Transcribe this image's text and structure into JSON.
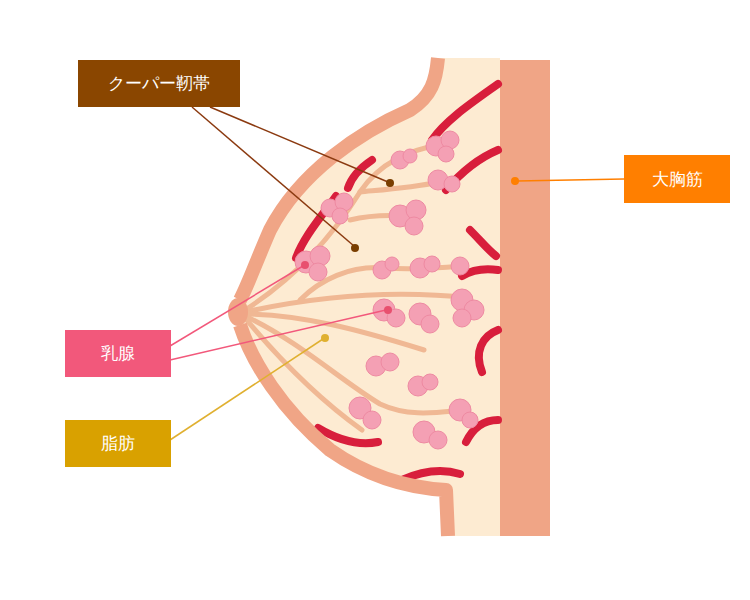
{
  "diagram": {
    "nodes": [
      {
        "text": [
          "クーパー靭帯"
        ]
      },
      {
        "text": [
          "大胸筋"
        ]
      },
      {
        "text": [
          "乳腺"
        ]
      },
      {
        "text": [
          "脂肪"
        ]
      }
    ]
  }
}
